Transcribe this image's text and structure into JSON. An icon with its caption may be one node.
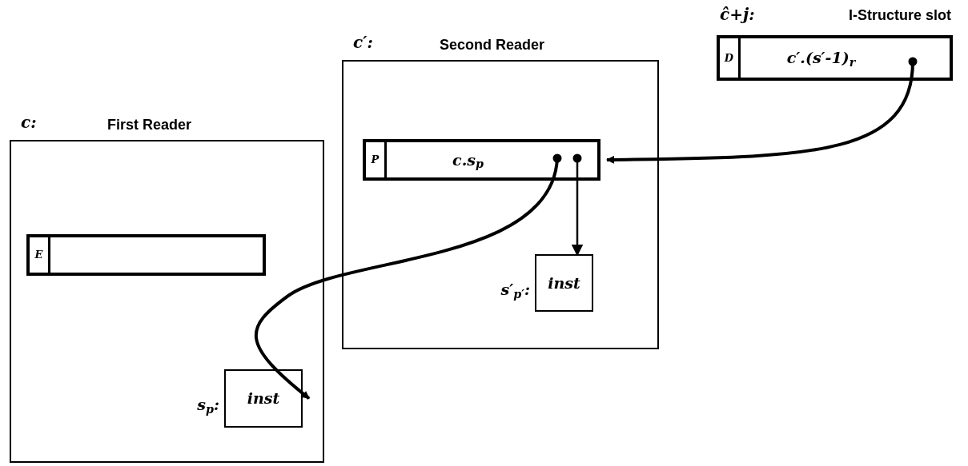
{
  "diagram": {
    "nodes": [
      {
        "text": [
          "c:",
          "First Reader"
        ]
      },
      {
        "text": [
          "E"
        ],
        "in": 0
      },
      {
        "text": [
          "inst"
        ],
        "in": 0,
        "beside": [
          "s$_{p}$:"
        ]
      },
      {
        "text": [
          "c′:",
          "Second Reader"
        ]
      },
      {
        "text": [
          "P",
          "c.s$_{p}$"
        ],
        "in": 3
      },
      {
        "text": [
          "inst"
        ],
        "in": 3,
        "beside": [
          "s′$_{p′}$:"
        ]
      },
      {
        "text": [
          "ĉ+j:",
          "I-Structure slot",
          "D",
          "c′.(s′-1)$_{r}$"
        ]
      }
    ],
    "edges": [
      {
        "from": 6,
        "to": 4,
        "arrow": "to"
      },
      {
        "from": 4,
        "to": 2,
        "arrow": "to"
      },
      {
        "from": 4,
        "to": 5,
        "arrow": "to"
      }
    ]
  }
}
